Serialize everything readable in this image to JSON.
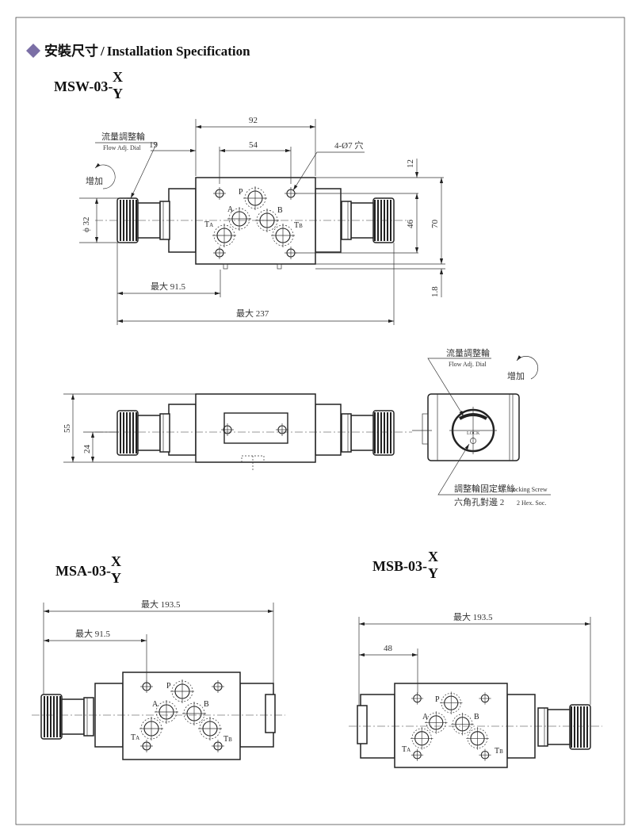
{
  "header": {
    "title_zh": "安裝尺寸",
    "separator": "/",
    "title_en": "Installation Specification",
    "bullet_color": "#7b6fa6"
  },
  "msw": {
    "model": "MSW-03-",
    "sup": "X",
    "sub": "Y",
    "dial_zh": "流量調整輪",
    "dial_en": "Flow Adj. Dial",
    "increase": "增加",
    "dims": {
      "d92": "92",
      "d19": "19",
      "d54": "54",
      "holes": "4-Ø7 穴",
      "d12": "12",
      "d46": "46",
      "d70": "70",
      "d1_8": "1.8",
      "phi32": "ϕ 32",
      "max91": "最大 91.5",
      "max237": "最大 237",
      "d55": "55",
      "d24": "24"
    },
    "ports": {
      "P": "P",
      "A": "A",
      "B": "B",
      "T": "T",
      "TA_sub": "A",
      "TB_sub": "B"
    }
  },
  "end_view": {
    "dial_zh": "流量調整輪",
    "dial_en": "Flow Adj. Dial",
    "increase": "增加",
    "lock": "LOCK",
    "screw_zh": "調整輪固定螺絲",
    "screw_en": "Locking Screw",
    "hex_zh": "六角孔對邊 2",
    "hex_en": "2 Hex. Soc."
  },
  "msa": {
    "model": "MSA-03-",
    "sup": "X",
    "sub": "Y",
    "max193": "最大 193.5",
    "max91": "最大 91.5"
  },
  "msb": {
    "model": "MSB-03-",
    "sup": "X",
    "sub": "Y",
    "max193": "最大 193.5",
    "d48": "48"
  }
}
